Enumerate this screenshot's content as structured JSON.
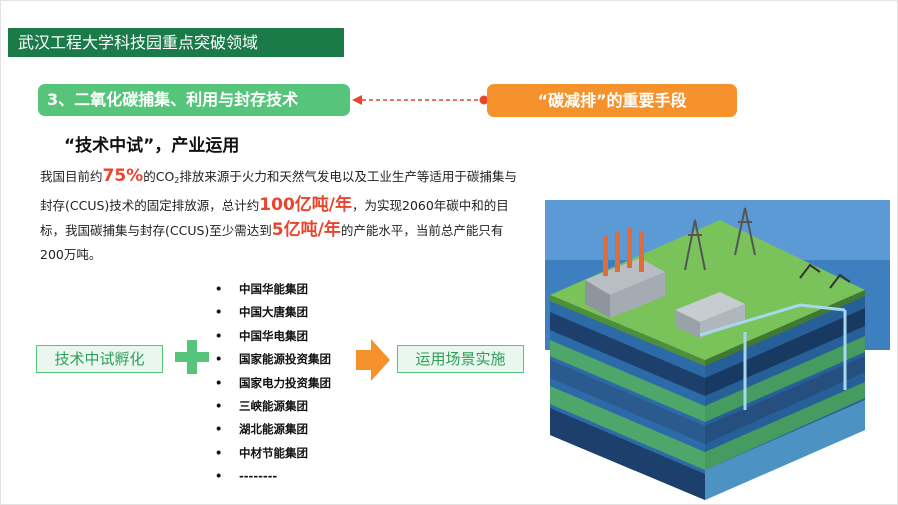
{
  "header": {
    "title": "武汉工程大学科技园重点突破领域"
  },
  "section": {
    "heading": "3、二氧化碳捕集、利用与封存技术",
    "side_label": "“碳减排”的重要手段",
    "subheading": "“技术中试”，产业运用"
  },
  "paragraph": {
    "p1": "我国目前约",
    "hl1": "75%",
    "p2": "的CO",
    "p2_sub": "2",
    "p3": "排放来源于火力和天然气发电以及工业生产等适用于碳捕集与封存(CCUS)技术的固定排放源，总计约",
    "hl2": "100亿吨/年",
    "p4": "，为实现2060年碳中和的目标，我国碳捕集与封存(CCUS)至少需达到",
    "hl3": "5亿吨/年",
    "p5": "的产能水平，当前总产能只有200万吨。"
  },
  "flow": {
    "left_label": "技术中试孵化",
    "right_label": "运用场景实施"
  },
  "companies": {
    "bullet": "•",
    "items": [
      "中国华能集团",
      "中国大唐集团",
      "中国华电集团",
      "国家能源投资集团",
      "国家电力投资集团",
      "三峡能源集团",
      "湖北能源集团",
      "中材节能集团",
      "--------"
    ]
  },
  "colors": {
    "title_bar": "#1a7a48",
    "heading_green": "#56c47a",
    "orange": "#f5922b",
    "highlight_red": "#e8452c",
    "flow_text": "#2e9d59"
  }
}
